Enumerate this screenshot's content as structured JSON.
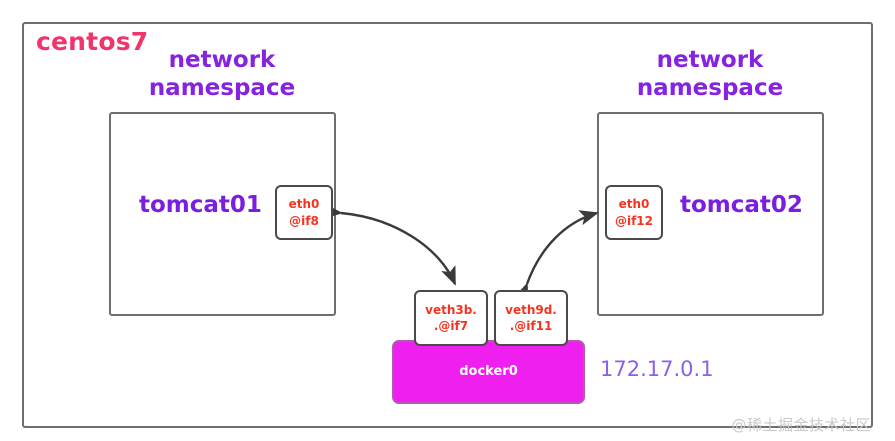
{
  "diagram": {
    "host": {
      "label": "centos7",
      "color": "#f0356a"
    },
    "namespaces": [
      {
        "caption": "network\nnamespace",
        "container_name": "tomcat01",
        "interface": {
          "name": "eth0",
          "peer_ref": "@if8"
        }
      },
      {
        "caption": "network\nnamespace",
        "container_name": "tomcat02",
        "interface": {
          "name": "eth0",
          "peer_ref": "@if12"
        }
      }
    ],
    "veth_pairs": [
      {
        "name": "veth3b.",
        "peer_ref": ".@if7"
      },
      {
        "name": "veth9d.",
        "peer_ref": ".@if11"
      }
    ],
    "bridge": {
      "label": "docker0",
      "fill_color": "#ef20ef",
      "gateway_ip": "172.17.0.1"
    },
    "colors": {
      "namespace_text": "#8622e0",
      "container_text": "#7b1ee0",
      "interface_text": "#f5341f",
      "ip_text": "#8a61e8",
      "border": "#6e6e6e"
    },
    "watermark": "@稀土掘金技术社区"
  }
}
